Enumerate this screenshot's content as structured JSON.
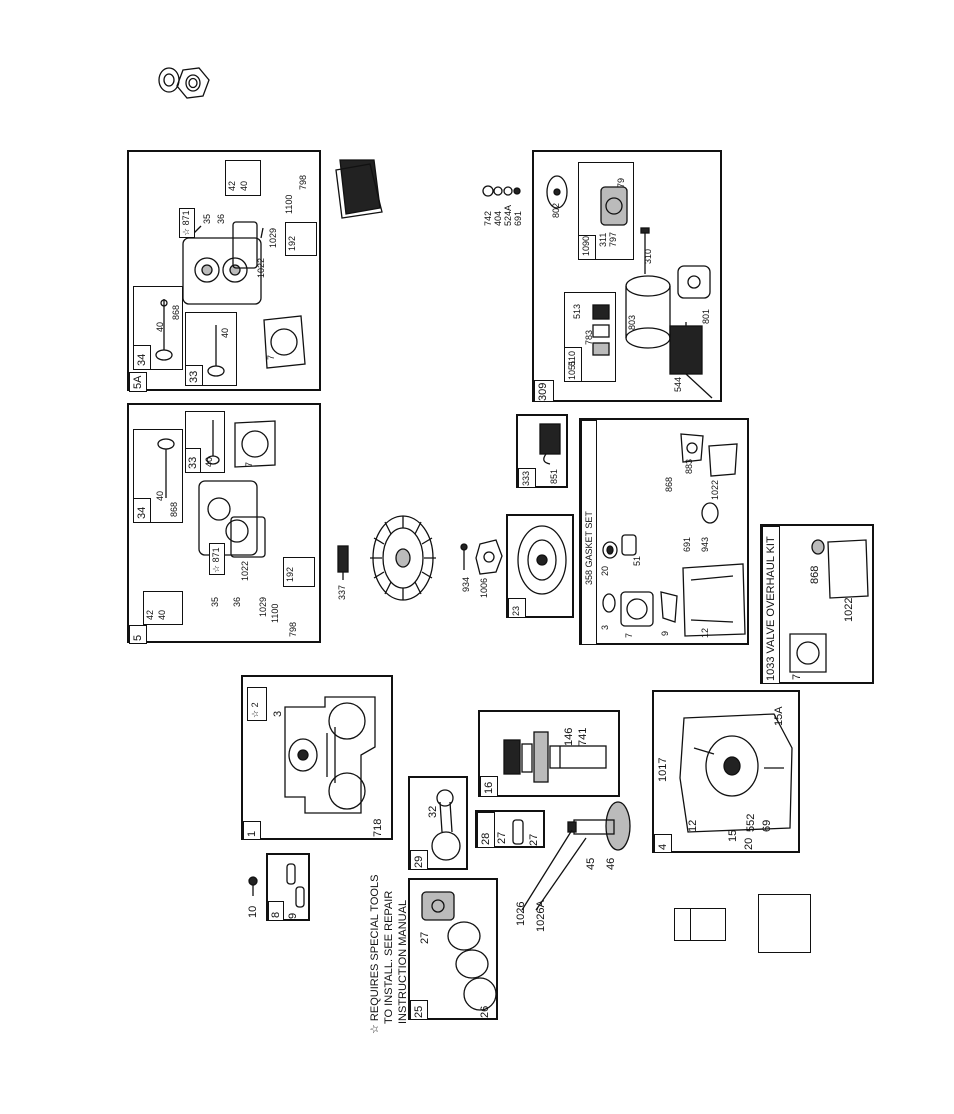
{
  "note": {
    "line1": "☆ REQUIRES SPECIAL TOOLS",
    "line2": "TO INSTALL. SEE REPAIR",
    "line3": "INSTRUCTION MANUAL"
  },
  "boxes": {
    "b5A": {
      "id": "5A",
      "sub_a": "34",
      "sub_a_parts": [
        "40",
        "868"
      ],
      "sub_b": "33",
      "sub_b_parts": [
        "40"
      ],
      "labels": [
        "7",
        "1022",
        "1029",
        "192",
        "35",
        "36",
        "☆ 871",
        "42",
        "40",
        "1100",
        "798"
      ]
    },
    "b5": {
      "id": "5",
      "sub_a": "34",
      "sub_a_parts": [
        "40",
        "868"
      ],
      "sub_b": "33",
      "sub_b_parts": [
        "40"
      ],
      "labels": [
        "7",
        "☆ 871",
        "1022",
        "192",
        "35",
        "36",
        "1029",
        "42",
        "40",
        "1100",
        "798"
      ]
    },
    "b309": {
      "id": "309",
      "parts": [
        "544",
        "803",
        "801",
        "310",
        "311",
        "797",
        "579",
        "802",
        "742",
        "404",
        "524A",
        "691"
      ],
      "sub_a": "510",
      "sub_a_parts": [
        "1051",
        "783",
        "513"
      ],
      "sub_b": "1090"
    },
    "b333": {
      "id": "333",
      "labels": [
        "851"
      ]
    },
    "b358": {
      "id": "358 GASKET SET",
      "labels": [
        "3",
        "7",
        "9",
        "12",
        "20",
        "51",
        "691",
        "943",
        "868",
        "1022",
        "883"
      ]
    },
    "b23": {
      "id": "23",
      "labels": [
        "934",
        "1006"
      ]
    },
    "b1033": {
      "id": "1033 VALVE OVERHAUL KIT",
      "labels": [
        "7",
        "868",
        "1022"
      ]
    },
    "b1": {
      "id": "1",
      "labels": [
        "☆ 2",
        "3",
        "718"
      ]
    },
    "b16": {
      "id": "16",
      "labels": [
        "146",
        "741"
      ]
    },
    "b4": {
      "id": "4",
      "labels": [
        "1017",
        "15A",
        "12",
        "552",
        "69",
        "15",
        "20"
      ]
    },
    "b29": {
      "id": "29",
      "labels": [
        "32"
      ]
    },
    "b28": {
      "id": "28",
      "labels": [
        "27",
        "27"
      ]
    },
    "b8": {
      "id": "8",
      "labels": [
        "9"
      ]
    },
    "b25": {
      "id": "25",
      "labels": [
        "27",
        "26"
      ]
    }
  },
  "loose": {
    "l337": "337",
    "l10": "10",
    "l1026": "1026",
    "l1026A": "1026A",
    "l45": "45",
    "l46": "46"
  }
}
